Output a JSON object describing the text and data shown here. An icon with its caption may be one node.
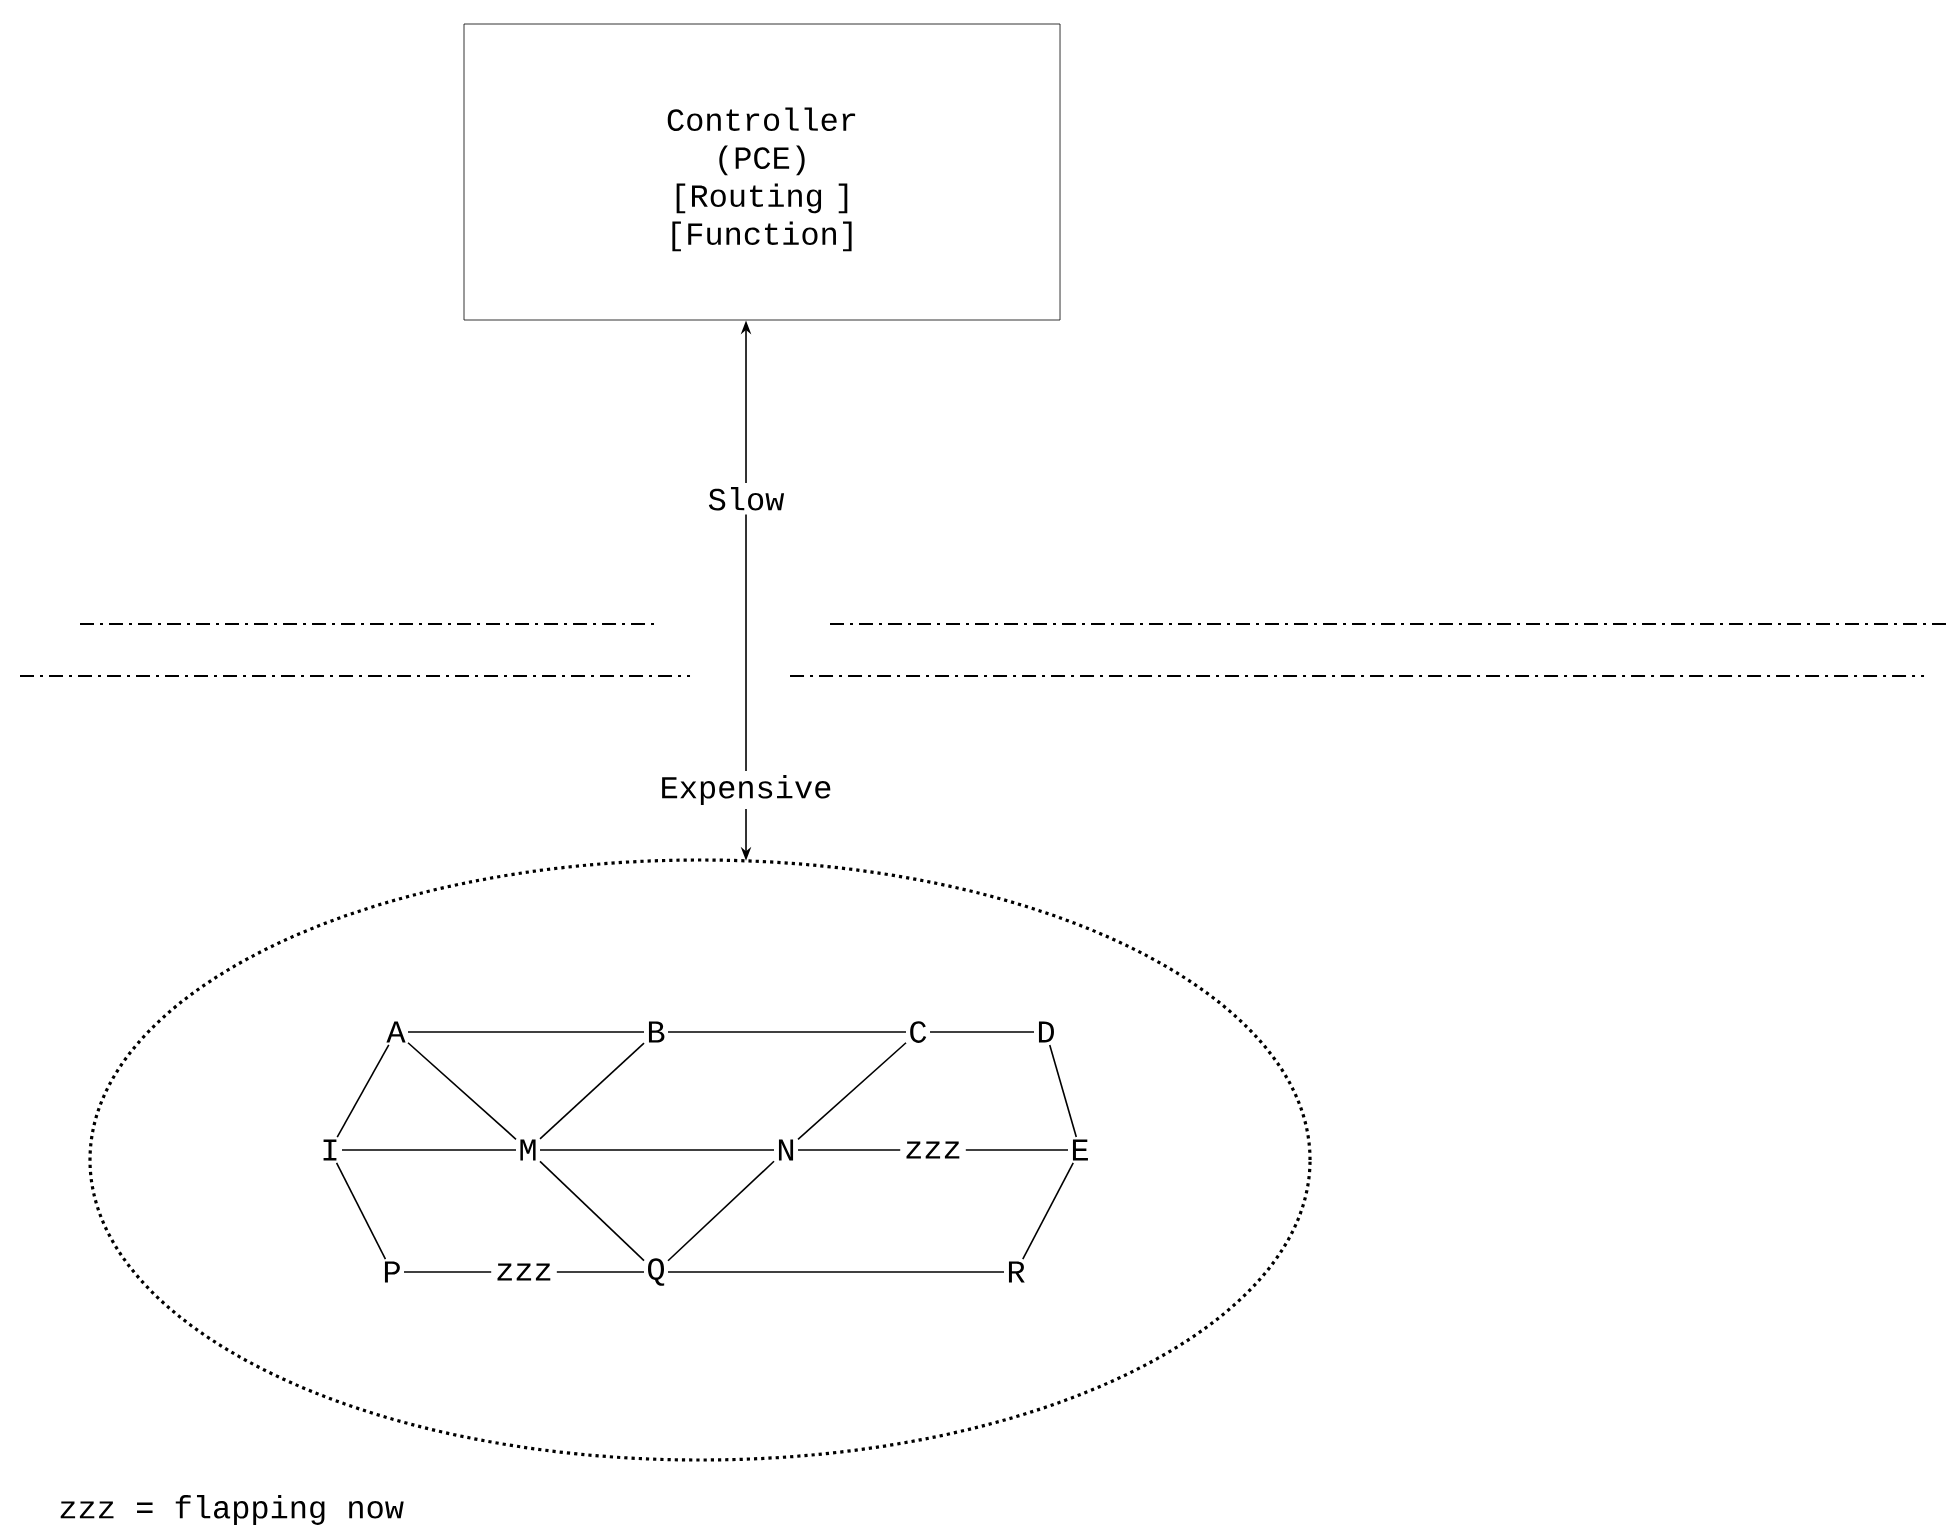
{
  "diagram": {
    "nodes": [
      {
        "text": [
          "Controller (PCE)",
          "[Routing ] [Function]"
        ]
      },
      {
        "text": [],
        "shape": "cloud"
      },
      {
        "text": [
          "A"
        ],
        "in": 1
      },
      {
        "text": [
          "B"
        ],
        "in": 1
      },
      {
        "text": [
          "C"
        ],
        "in": 1
      },
      {
        "text": [
          "D"
        ],
        "in": 1
      },
      {
        "text": [
          "I"
        ],
        "in": 1
      },
      {
        "text": [
          "M"
        ],
        "in": 1
      },
      {
        "text": [
          "N"
        ],
        "in": 1
      },
      {
        "text": [
          "E"
        ],
        "in": 1
      },
      {
        "text": [
          "P"
        ],
        "in": 1
      },
      {
        "text": [
          "Q"
        ],
        "in": 1
      },
      {
        "text": [
          "R"
        ],
        "in": 1
      }
    ],
    "edges": [
      {
        "from": 1,
        "to": 0,
        "arrow": "both",
        "label": "Slow"
      },
      {
        "from": 2,
        "to": 3,
        "arrow": "none"
      },
      {
        "from": 3,
        "to": 4,
        "arrow": "none"
      },
      {
        "from": 4,
        "to": 5,
        "arrow": "none"
      },
      {
        "from": 2,
        "to": 6,
        "arrow": "none"
      },
      {
        "from": 2,
        "to": 7,
        "arrow": "none"
      },
      {
        "from": 3,
        "to": 7,
        "arrow": "none"
      },
      {
        "from": 4,
        "to": 8,
        "arrow": "none"
      },
      {
        "from": 5,
        "to": 9,
        "arrow": "none"
      },
      {
        "from": 6,
        "to": 7,
        "arrow": "none"
      },
      {
        "from": 7,
        "to": 8,
        "arrow": "none"
      },
      {
        "from": 8,
        "to": 9,
        "arrow": "none",
        "label": "zzz"
      },
      {
        "from": 6,
        "to": 10,
        "arrow": "none"
      },
      {
        "from": 7,
        "to": 11,
        "arrow": "none"
      },
      {
        "from": 8,
        "to": 11,
        "arrow": "none"
      },
      {
        "from": 9,
        "to": 12,
        "arrow": "none"
      },
      {
        "from": 10,
        "to": 11,
        "arrow": "none",
        "label": "zzz"
      },
      {
        "from": 11,
        "to": 12,
        "arrow": "none"
      }
    ],
    "labels": [
      "Expensive",
      "zzz = flapping now"
    ]
  }
}
